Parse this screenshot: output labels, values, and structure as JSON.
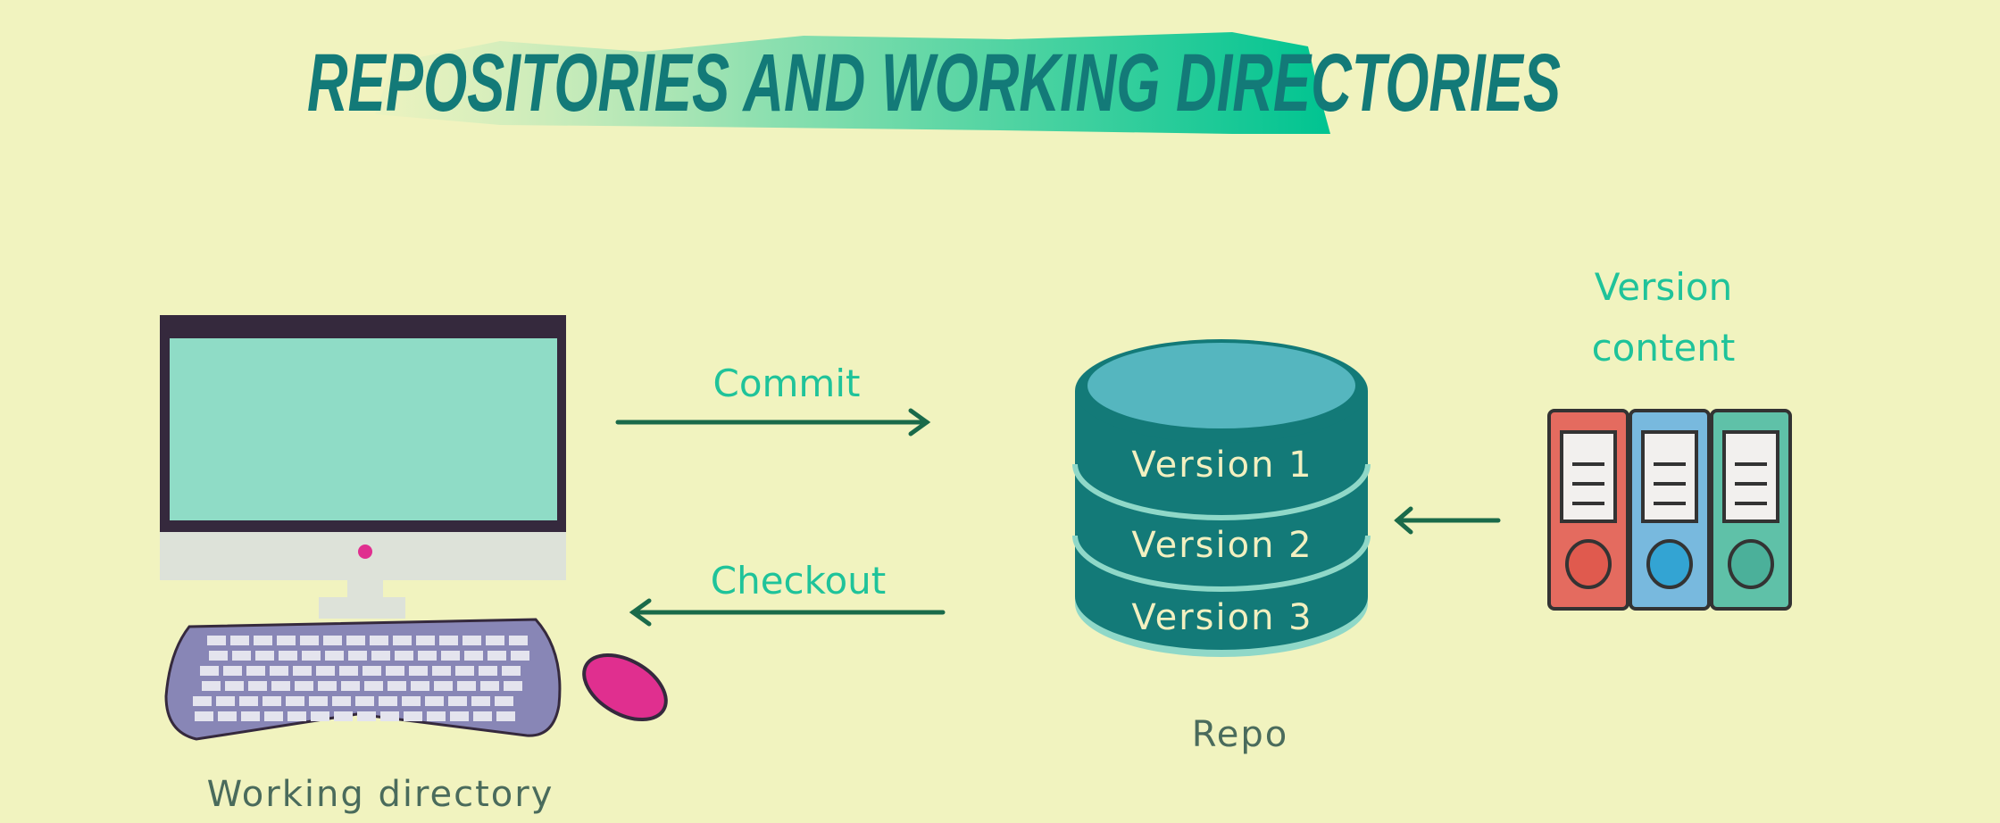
{
  "title": "REPOSITORIES AND WORKING DIRECTORIES",
  "arrows": {
    "commit_label": "Commit",
    "checkout_label": "Checkout"
  },
  "working_directory": {
    "label": "Working directory"
  },
  "repo": {
    "label": "Repo",
    "versions": [
      "Version 1",
      "Version 2",
      "Version 3"
    ]
  },
  "version_content": {
    "label_line1": "Version",
    "label_line2": "content"
  },
  "colors": {
    "background": "#f1f3bf",
    "title": "#137a78",
    "accent_green": "#1fc39a",
    "arrow": "#1a6a4a",
    "cylinder": "#137a78"
  }
}
